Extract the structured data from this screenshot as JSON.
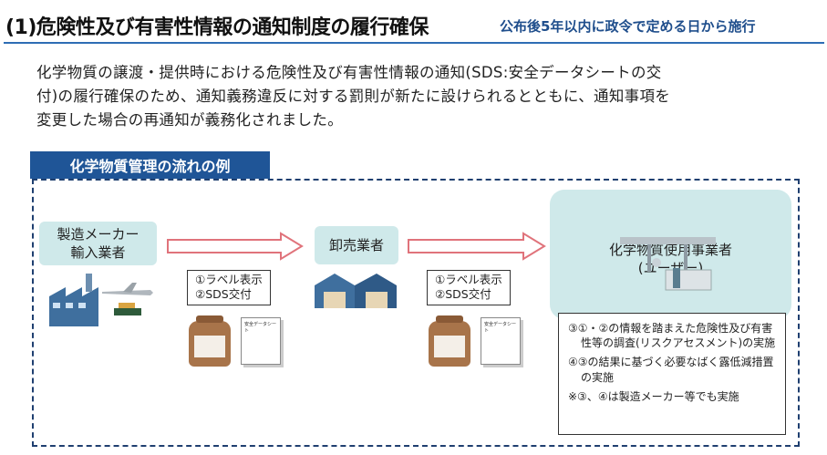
{
  "header": {
    "title": "(1)危険性及び有害性情報の通知制度の履行確保",
    "subtitle": "公布後5年以内に政令で定める日から施行"
  },
  "intro": [
    "化学物質の譲渡・提供時における危険性及び有害性情報の通知(SDS:安全データシートの交",
    "付)の履行確保のため、通知義務違反に対する罰則が新たに設けられるとともに、通知事項を",
    "変更した場合の再通知が義務化されました。"
  ],
  "flow": {
    "tab_label": "化学物質管理の流れの例",
    "manufacturer": [
      "製造メーカー",
      "輸入業者"
    ],
    "wholesaler": "卸売業者",
    "user": [
      "化学物質使用事業者",
      "(ユーザー)"
    ],
    "delivery_label_1": [
      "①ラベル表示",
      "②SDS交付"
    ],
    "delivery_label_2": [
      "①ラベル表示",
      "②SDS交付"
    ],
    "sheet_text": "安全データシート",
    "notes": [
      "③①・②の情報を踏まえた危険性及び有害性等の調査(リスクアセスメント)の実施",
      "④③の結果に基づく必要なばく露低減措置の実施",
      "※③、④は製造メーカー等でも実施"
    ]
  },
  "colors": {
    "accent": "#1f5597",
    "box": "#cfe9ea",
    "arrow": "#e0737b"
  }
}
